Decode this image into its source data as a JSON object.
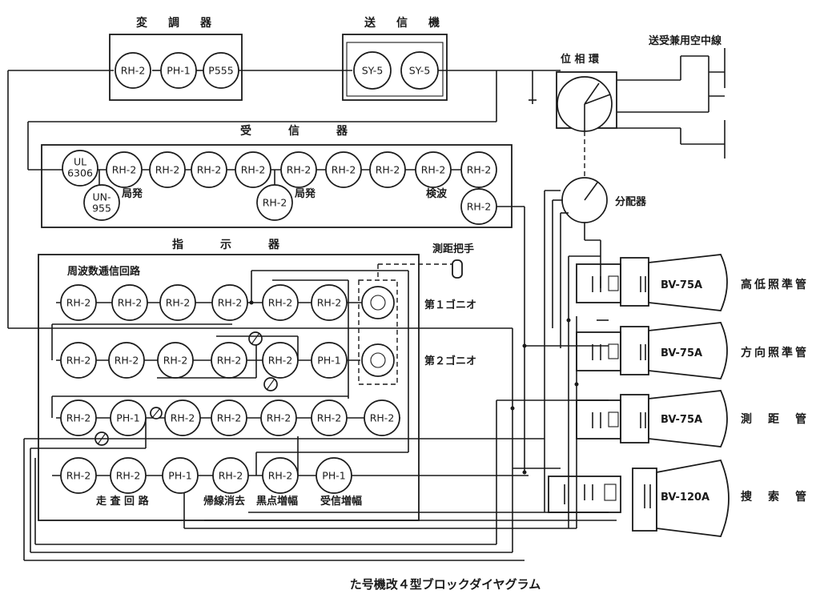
{
  "caption": "た号機改４型ブロックダイヤグラム",
  "blocks": {
    "modulator": "変　調　器",
    "transmitter": "送　信　機",
    "receiver": "受　　信　　器",
    "indicator": "指　　示　　器",
    "phase_ring": "位 相 環",
    "antenna": "送受兼用空中線",
    "distributor": "分配器",
    "range_handle": "測距把手",
    "gonio1": "第１ゴニオ",
    "gonio2": "第２ゴニオ",
    "freq_circuit": "周波数逓信回路",
    "sweep_circuit": "走 査 回 路",
    "retrace_blank": "帰線消去",
    "black_amp": "黒点増幅",
    "rx_amp": "受信増幅",
    "local_osc1": "局発",
    "local_osc2": "局発",
    "detector": "検波"
  },
  "tubes": {
    "rh2": "RH-2",
    "ph1": "PH-1",
    "p555": "P555",
    "sy5": "SY-5",
    "ul_a": "UL",
    "ul_b": "6306",
    "un_a": "UN-",
    "un_b": "955"
  },
  "crts": [
    {
      "type": "BV-75A",
      "label": "高低照準管"
    },
    {
      "type": "BV-75A",
      "label": "方向照準管"
    },
    {
      "type": "BV-75A",
      "label": "測　距　管"
    },
    {
      "type": "BV-120A",
      "label": "捜　索　管"
    }
  ]
}
